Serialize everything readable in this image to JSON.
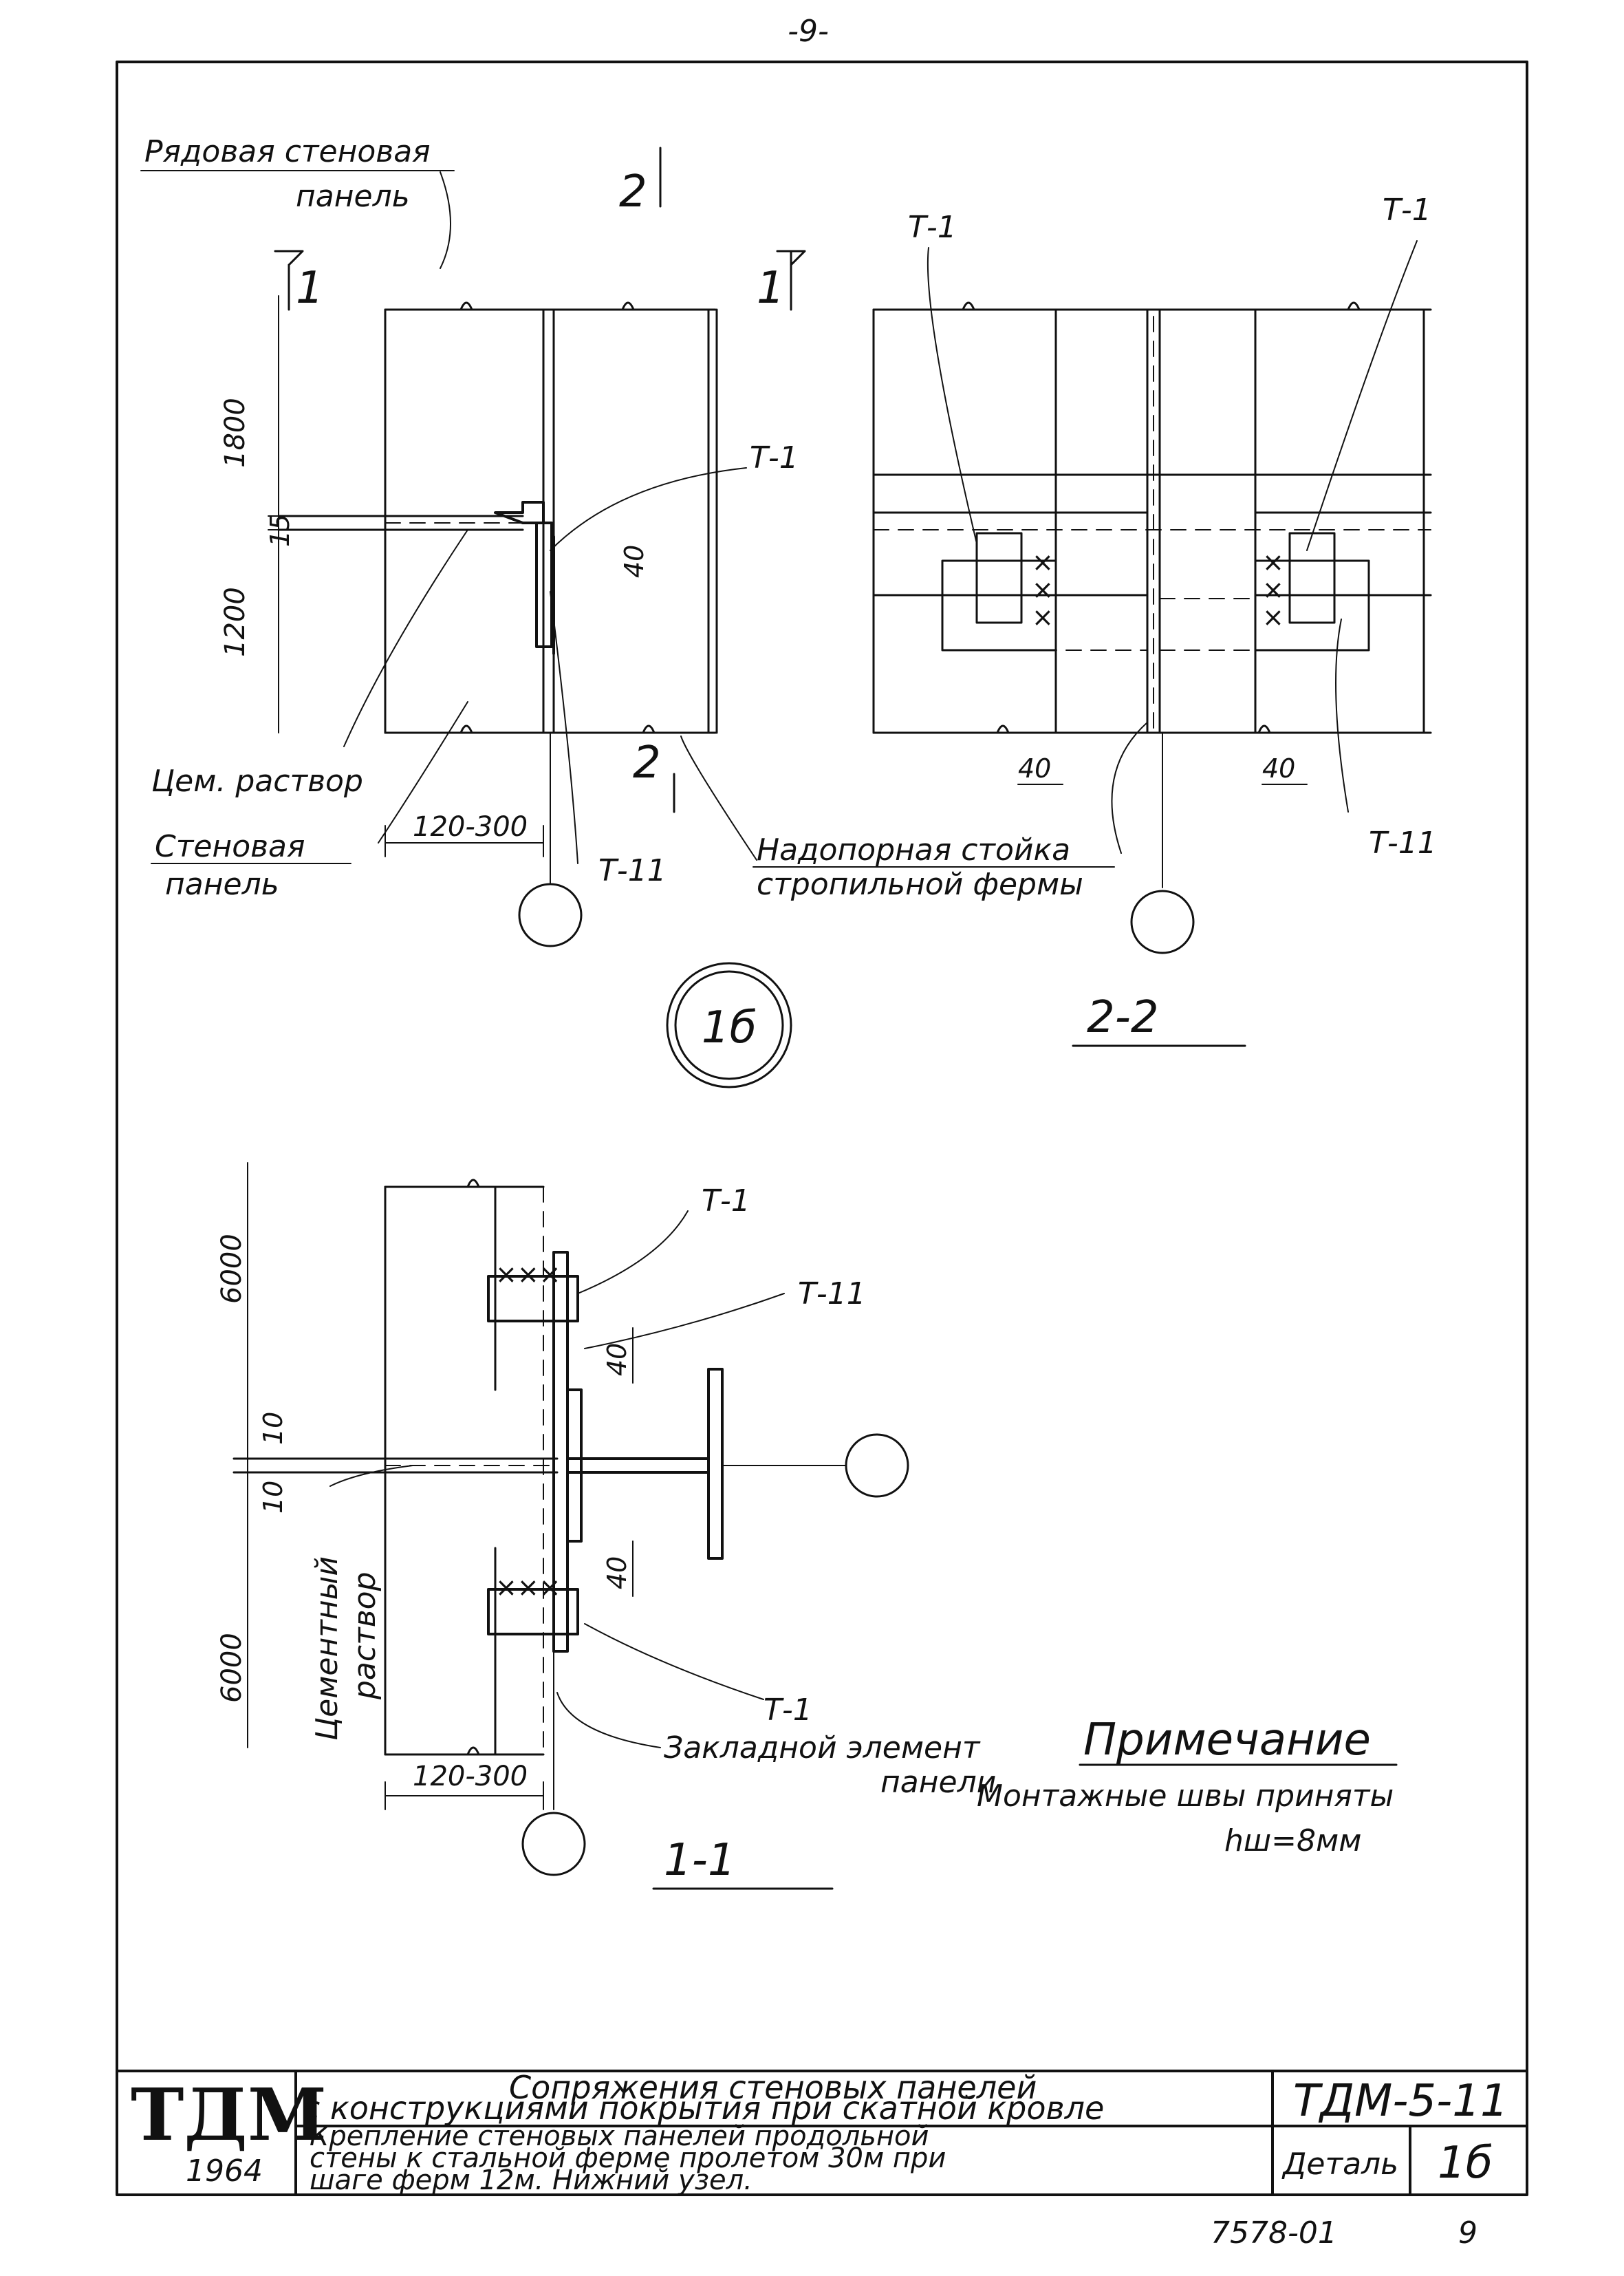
{
  "sheet": {
    "page_number": "-9-",
    "archive_number": "7578-01",
    "corner_number": "9"
  },
  "detail_top": {
    "row_panel_label_1": "Рядовая стеновая",
    "row_panel_label_2": "панель",
    "cut_1": "1",
    "cut_2": "2",
    "dim_1800": "1800",
    "dim_1200": "1200",
    "dim_15": "15",
    "dim_40": "40",
    "dim_width": "120-300",
    "mortar_label": "Цем. раствор",
    "wall_panel_label_1": "Стеновая",
    "wall_panel_label_2": "панель",
    "t1": "Т-1",
    "t11": "Т-11",
    "post_label_1": "Надопорная стойка",
    "post_label_2": "стропильной фермы",
    "node_mark": "1б"
  },
  "section_2_2": {
    "title": "2-2",
    "t1_left": "Т-1",
    "t1_right": "Т-1",
    "t11": "Т-11",
    "dim_40_left": "40",
    "dim_40_right": "40"
  },
  "section_1_1": {
    "title": "1-1",
    "dim_6000_top": "6000",
    "dim_6000_bottom": "6000",
    "dim_10_top": "10",
    "dim_10_bottom": "10",
    "dim_40_top": "40",
    "dim_40_bottom": "40",
    "dim_width": "120-300",
    "t1_top": "Т-1",
    "t11": "Т-11",
    "t1_bottom": "Т-1",
    "mortar_label_1": "Цементный",
    "mortar_label_2": "раствор",
    "embed_label_1": "Закладной элемент",
    "embed_label_2": "панели"
  },
  "note": {
    "heading": "Примечание",
    "line_1": "Монтажные швы приняты",
    "line_2": "hш=8мм"
  },
  "title_block": {
    "brand": "ТДМ",
    "year": "1964",
    "title_line_1": "Сопряжения стеновых панелей",
    "title_line_2": "с конструкциями покрытия при скатной кровле",
    "desc_line_1": "Крепление стеновых панелей продольной",
    "desc_line_2": "стены к стальной ферме пролетом 30м при",
    "desc_line_3": "шаге ферм 12м. Нижний узел.",
    "code": "ТДМ-5-11",
    "detail_label": "Деталь",
    "detail_value": "1б"
  }
}
